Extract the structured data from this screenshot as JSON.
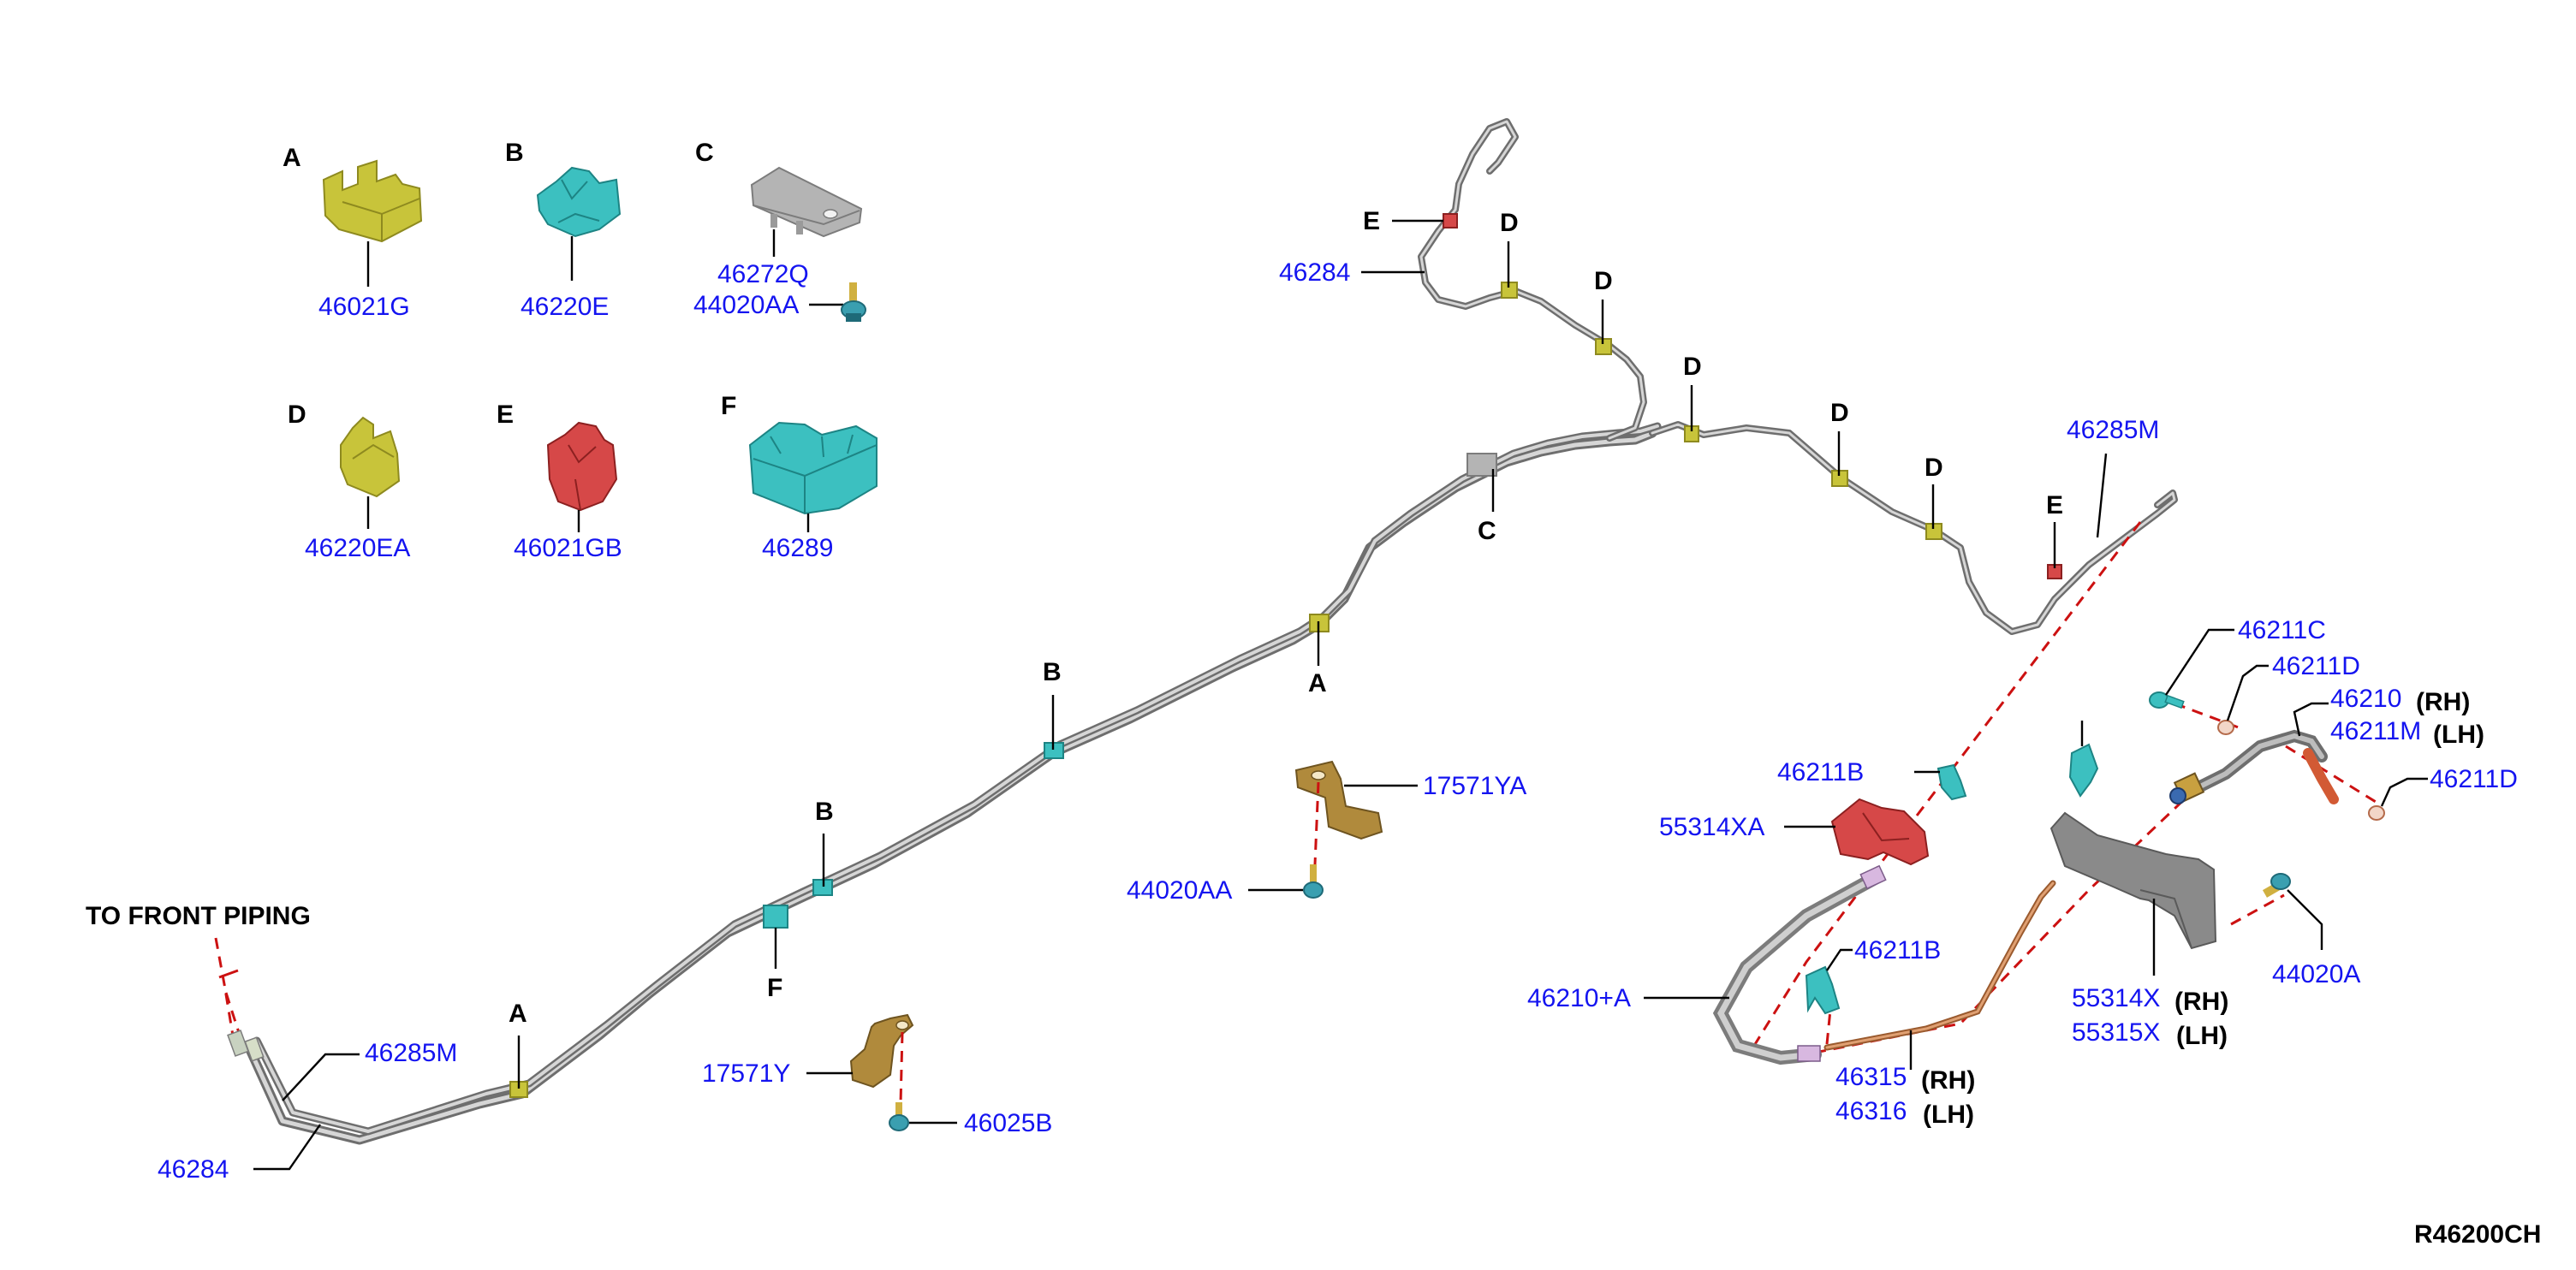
{
  "colors": {
    "part_number": "#1414f0",
    "letter": "#000000",
    "clip_yellow": "#c8c43a",
    "clip_teal": "#3cc0c0",
    "clip_red": "#d64848",
    "bracket_gray": "#b4b4b4",
    "bracket_bronze": "#b08a3c",
    "tube_gray": "#8c8c8c",
    "copper_line": "#c87a48",
    "guide_red": "#cc1111"
  },
  "legend": {
    "A": {
      "letter": "A",
      "part": "46021G",
      "icon": "yellow-clip-icon"
    },
    "B": {
      "letter": "B",
      "part": "46220E",
      "icon": "teal-clip-icon"
    },
    "C": {
      "letter": "C",
      "part": "46272Q",
      "bolt": "44020AA",
      "icon": "gray-bracket-icon"
    },
    "D": {
      "letter": "D",
      "part": "46220EA",
      "icon": "yellow-clip-small-icon"
    },
    "E": {
      "letter": "E",
      "part": "46021GB",
      "icon": "red-clip-icon"
    },
    "F": {
      "letter": "F",
      "part": "46289",
      "icon": "teal-block-clip-icon"
    }
  },
  "markers": {
    "A": "A",
    "B": "B",
    "C": "C",
    "D": "D",
    "E": "E",
    "F": "F"
  },
  "callouts": {
    "front_piping": "TO FRONT PIPING",
    "p46285M": "46285M",
    "p46284": "46284",
    "p17571Y": "17571Y",
    "p46025B": "46025B",
    "p17571YA": "17571YA",
    "p44020AA": "44020AA",
    "p46211B": "46211B",
    "p55314XA": "55314XA",
    "p46210A": "46210+A",
    "p46315": "46315",
    "p46316": "46316",
    "p55314X": "55314X",
    "p55315X": "55315X",
    "p44020A": "44020A",
    "p46211C": "46211C",
    "p46211D": "46211D",
    "p46210": "46210",
    "p46211M": "46211M",
    "rh": "(RH)",
    "lh": "(LH)"
  },
  "diagram_code": "R46200CH"
}
